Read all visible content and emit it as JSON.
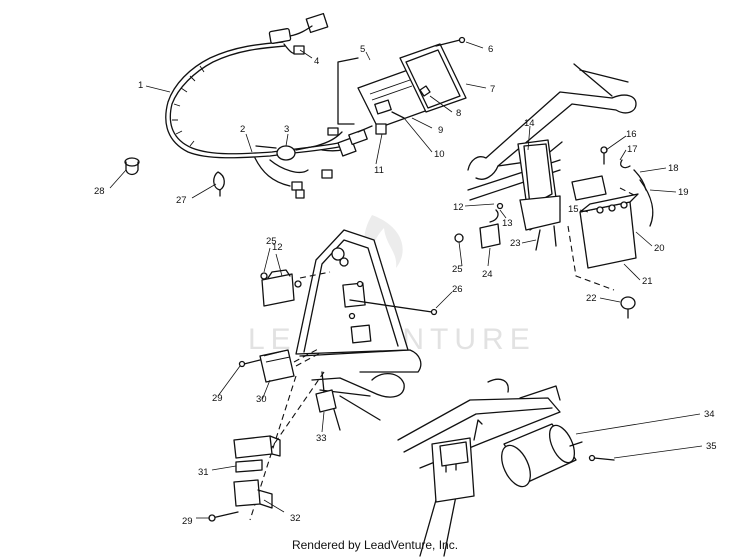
{
  "watermark": {
    "text": "LEADVENTURE"
  },
  "footer": {
    "text": "Rendered by LeadVenture, Inc."
  },
  "callouts": [
    {
      "label": "1"
    },
    {
      "label": "2"
    },
    {
      "label": "3"
    },
    {
      "label": "4"
    },
    {
      "label": "5"
    },
    {
      "label": "6"
    },
    {
      "label": "7"
    },
    {
      "label": "8"
    },
    {
      "label": "9"
    },
    {
      "label": "10"
    },
    {
      "label": "11"
    },
    {
      "label": "12"
    },
    {
      "label": "12"
    },
    {
      "label": "13"
    },
    {
      "label": "14"
    },
    {
      "label": "15"
    },
    {
      "label": "16"
    },
    {
      "label": "17"
    },
    {
      "label": "18"
    },
    {
      "label": "19"
    },
    {
      "label": "20"
    },
    {
      "label": "21"
    },
    {
      "label": "22"
    },
    {
      "label": "23"
    },
    {
      "label": "24"
    },
    {
      "label": "25"
    },
    {
      "label": "25"
    },
    {
      "label": "26"
    },
    {
      "label": "27"
    },
    {
      "label": "28"
    },
    {
      "label": "29"
    },
    {
      "label": "29"
    },
    {
      "label": "30"
    },
    {
      "label": "31"
    },
    {
      "label": "32"
    },
    {
      "label": "33"
    },
    {
      "label": "34"
    },
    {
      "label": "35"
    }
  ]
}
